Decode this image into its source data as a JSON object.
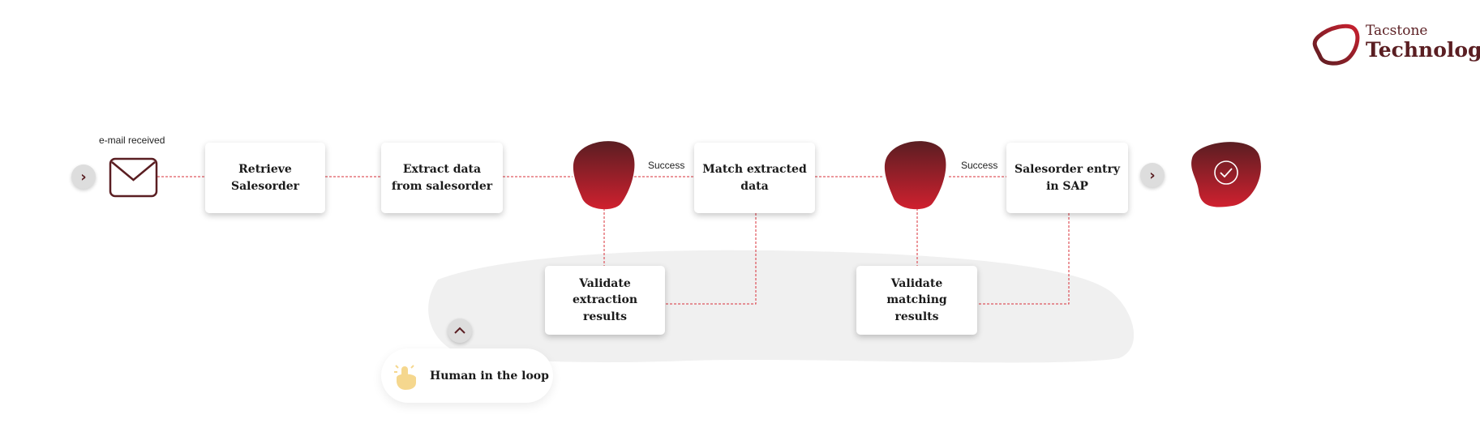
{
  "logo": {
    "line1": "Tacstone",
    "line2": "Technology"
  },
  "trigger_label": "e-mail received",
  "steps": {
    "retrieve": "Retrieve Salesorder",
    "extract": "Extract data from salesorder",
    "match": "Match extracted data",
    "entry": "Salesorder entry in SAP",
    "validate_extraction": "Validate extraction results",
    "validate_matching": "Validate matching results"
  },
  "success_labels": [
    "Success",
    "Success"
  ],
  "human_loop": {
    "label": "Human in the loop"
  },
  "colors": {
    "brand_dark": "#5a1e22",
    "brand_red": "#c8202f",
    "connector": "#d9303a",
    "gray_area": "#f0f0f0",
    "hand": "#f5d78e"
  }
}
